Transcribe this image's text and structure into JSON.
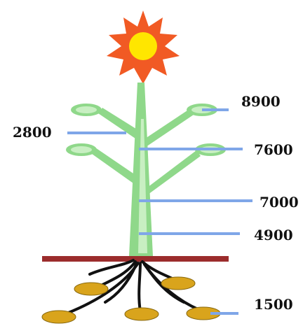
{
  "labels": {
    "top_right": "8900",
    "left": "2800",
    "upper_right": "7600",
    "middle_right": "7000",
    "lower_right": "4900",
    "bottom_right": "1500"
  },
  "colors": {
    "sun_rays": "#f15a24",
    "sun_core": "#ffe600",
    "plant": "#8fd88a",
    "plant_light": "#c8efc2",
    "ground": "#9b2c2c",
    "roots": "#111111",
    "tubers": "#d9a41c",
    "pointer": "#7fa6e8"
  }
}
